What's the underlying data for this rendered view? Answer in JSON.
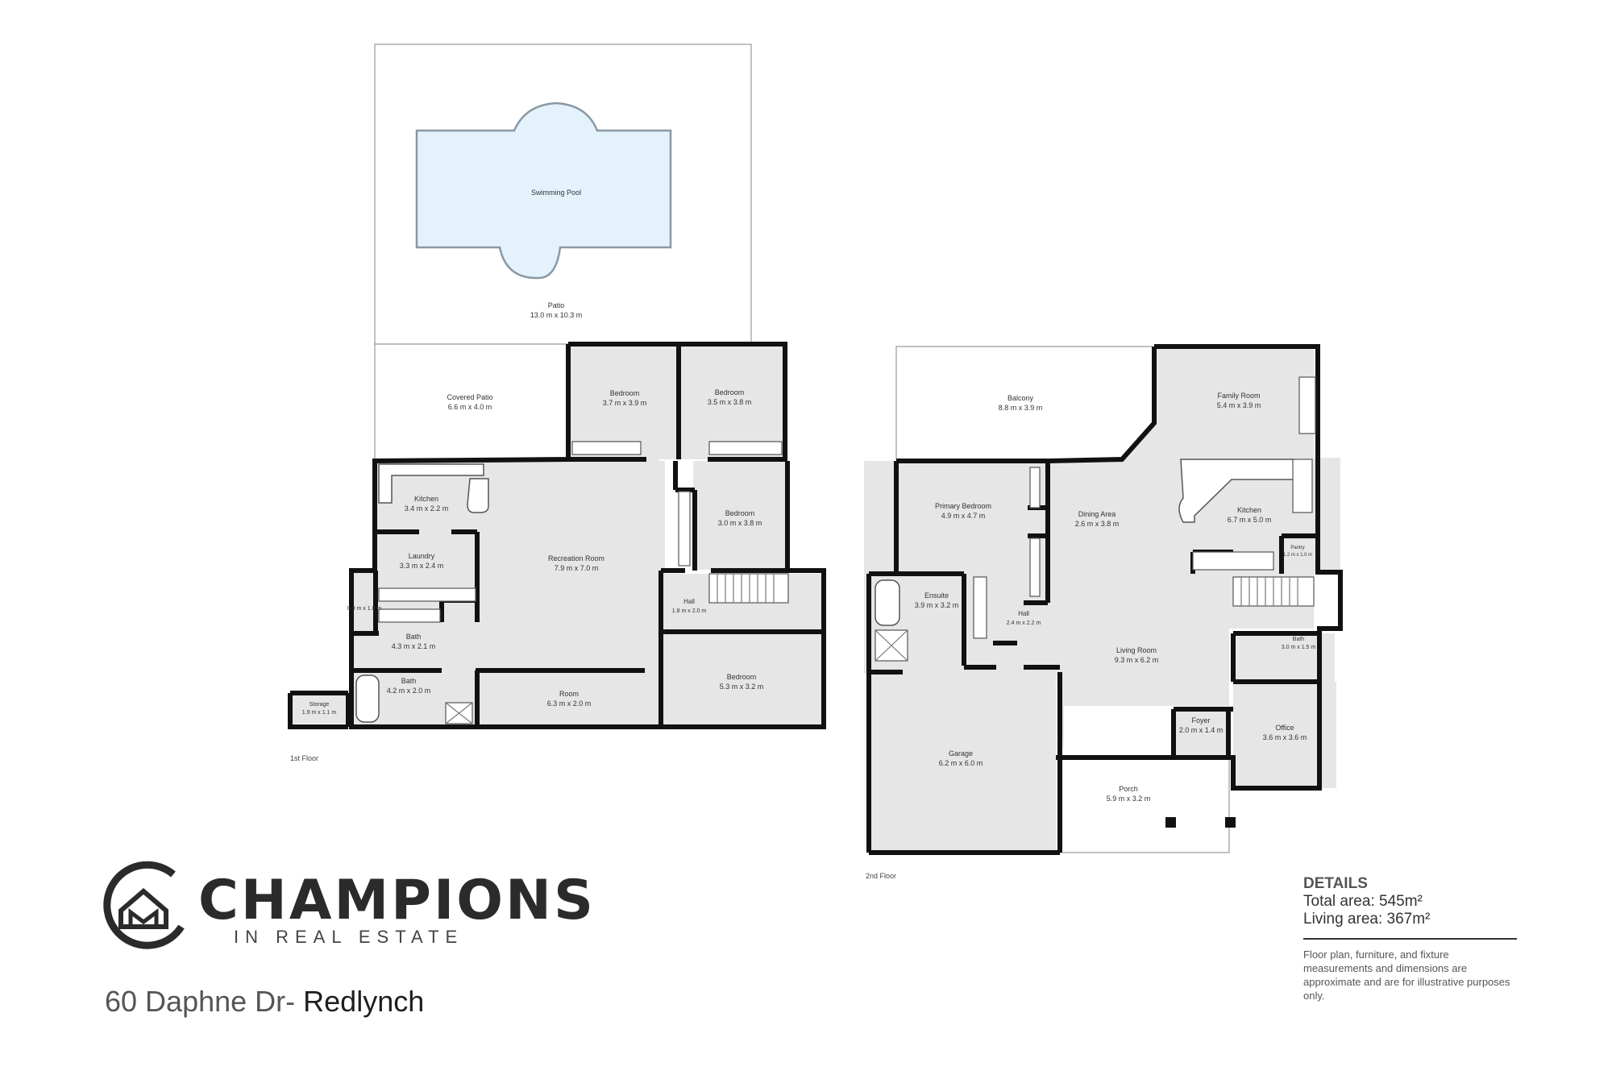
{
  "floors": {
    "first_label": "1st Floor",
    "second_label": "2nd Floor"
  },
  "rooms_first": {
    "swimming_pool": "Swimming Pool",
    "patio": "Patio",
    "patio_dim": "13.0 m x 10.3 m",
    "covered_patio": "Covered Patio",
    "covered_patio_dim": "6.6 m x 4.0 m",
    "bedroom_a": "Bedroom",
    "bedroom_a_dim": "3.7 m x 3.9 m",
    "bedroom_b": "Bedroom",
    "bedroom_b_dim": "3.5 m x 3.8 m",
    "kitchen": "Kitchen",
    "kitchen_dim": "3.4 m x 2.2 m",
    "bedroom_c": "Bedroom",
    "bedroom_c_dim": "3.0 m x 3.8 m",
    "laundry": "Laundry",
    "laundry_dim": "3.3 m x 2.4 m",
    "recreation": "Recreation Room",
    "recreation_dim": "7.9 m x 7.0 m",
    "wc_dim": "0.9 m x 1.8 m",
    "hall": "Hall",
    "hall_dim": "1.8 m x 2.0 m",
    "bath_a": "Bath",
    "bath_a_dim": "4.3 m x 2.1 m",
    "bath_b": "Bath",
    "bath_b_dim": "4.2 m x 2.0 m",
    "bedroom_d": "Bedroom",
    "bedroom_d_dim": "5.3 m x 3.2 m",
    "room": "Room",
    "room_dim": "6.3 m x 2.0 m",
    "storage": "Storage",
    "storage_dim": "1.9 m x 1.1 m"
  },
  "rooms_second": {
    "balcony": "Balcony",
    "balcony_dim": "8.8 m x 3.9 m",
    "family": "Family Room",
    "family_dim": "5.4 m x 3.9 m",
    "primary_bedroom": "Primary Bedroom",
    "primary_bedroom_dim": "4.9 m x 4.7 m",
    "dining": "Dining Area",
    "dining_dim": "2.6 m x 3.8 m",
    "kitchen": "Kitchen",
    "kitchen_dim": "6.7 m x 5.0 m",
    "pantry": "Pantry",
    "pantry_dim": "1.2 m x 1.0 m",
    "ensuite": "Ensuite",
    "ensuite_dim": "3.9 m x 3.2 m",
    "hall": "Hall",
    "hall_dim": "2.4 m x 2.2 m",
    "living": "Living Room",
    "living_dim": "9.3 m x 6.2 m",
    "bath": "Bath",
    "bath_dim": "3.0 m x 1.5 m",
    "foyer": "Foyer",
    "foyer_dim": "2.0 m x 1.4 m",
    "office": "Office",
    "office_dim": "3.6 m x 3.6 m",
    "garage": "Garage",
    "garage_dim": "6.2 m x 6.0 m",
    "porch": "Porch",
    "porch_dim": "5.9 m x 3.2 m"
  },
  "brand": {
    "name": "CHAMPIONS",
    "tagline": "IN REAL ESTATE"
  },
  "address": {
    "street": "60 Daphne Dr-",
    "suburb": "Redlynch"
  },
  "details": {
    "heading": "DETAILS",
    "total": "Total area: 545m²",
    "living": "Living area: 367m²",
    "note": "Floor plan, furniture, and fixture measurements and dimensions are approximate and are for illustrative purposes only."
  },
  "colors": {
    "wall": "#111111",
    "floor": "#e6e6e6",
    "pool": "#e3f2fb"
  }
}
